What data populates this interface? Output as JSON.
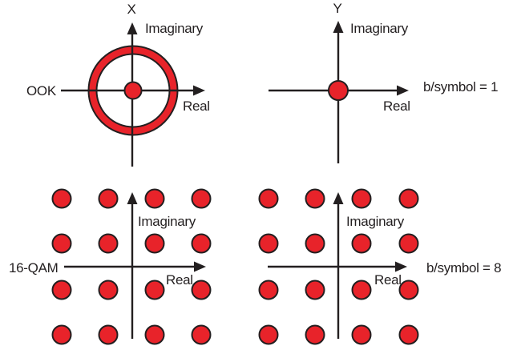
{
  "figure": {
    "background": "#ffffff",
    "accent_red": "#e8232a",
    "ink": "#231f20"
  },
  "panels": {
    "top_left": {
      "corner_label": "X",
      "side_label": "OOK",
      "imaginary_label": "Imaginary",
      "real_label": "Real",
      "constellation": {
        "type": "ring-with-center-dot"
      }
    },
    "top_right": {
      "corner_label": "Y",
      "side_label": "b/symbol = 1",
      "imaginary_label": "Imaginary",
      "real_label": "Real",
      "constellation": {
        "type": "single-center-dot"
      }
    },
    "bottom_left": {
      "side_label": "16-QAM",
      "imaginary_label": "Imaginary",
      "real_label": "Real",
      "constellation": {
        "type": "grid",
        "rows": 4,
        "cols": 4
      }
    },
    "bottom_right": {
      "side_label": "b/symbol = 8",
      "imaginary_label": "Imaginary",
      "real_label": "Real",
      "constellation": {
        "type": "grid",
        "rows": 4,
        "cols": 4
      }
    }
  }
}
